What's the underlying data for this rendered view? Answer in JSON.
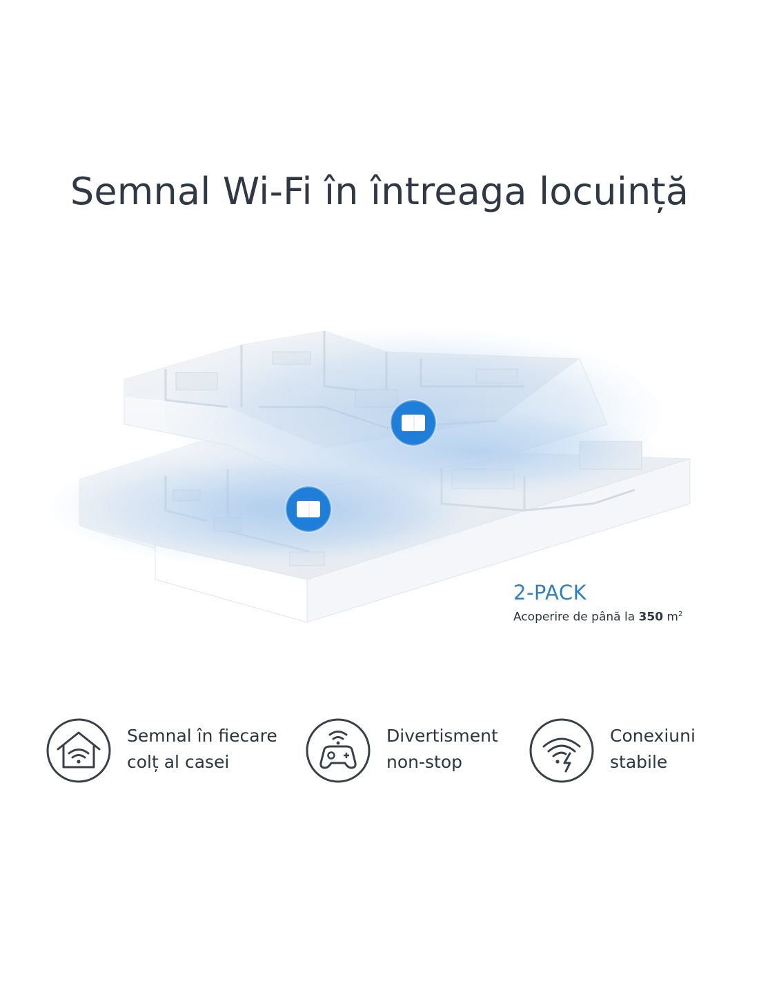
{
  "headline": "Semnal Wi-Fi în întreaga locuință",
  "pack": {
    "name": "2-PACK",
    "coverage_prefix": "Acoperire de până la ",
    "coverage_value": "350",
    "coverage_unit": " m",
    "coverage_exp": "2"
  },
  "features": [
    {
      "icon": "house-wifi-icon",
      "line1": "Semnal în fiecare",
      "line2": "colț al casei"
    },
    {
      "icon": "gamepad-wifi-icon",
      "line1": "Divertisment",
      "line2": "non-stop"
    },
    {
      "icon": "wifi-lightning-icon",
      "line1": "Conexiuni",
      "line2": "stabile"
    }
  ],
  "colors": {
    "accent": "#2f7fc4",
    "device_badge": "#1f7fd8",
    "text": "#2d3540"
  }
}
